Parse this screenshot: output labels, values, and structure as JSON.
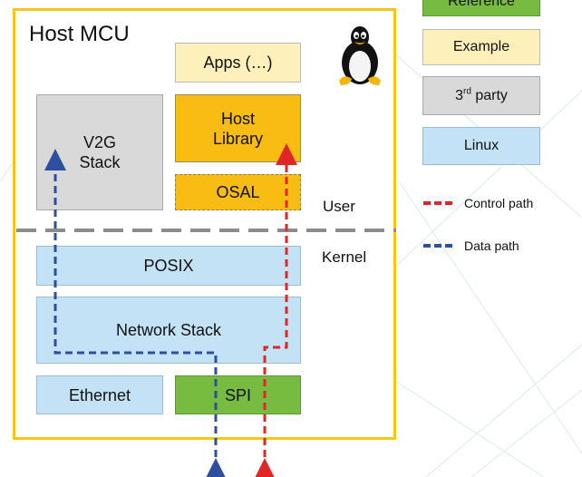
{
  "host": {
    "title": "Host MCU"
  },
  "blocks": {
    "apps": "Apps (…)",
    "host_library_line1": "Host",
    "host_library_line2": "Library",
    "osal": "OSAL",
    "v2g_line1": "V2G",
    "v2g_line2": "Stack",
    "posix": "POSIX",
    "network_stack": "Network Stack",
    "ethernet": "Ethernet",
    "spi": "SPI"
  },
  "layers": {
    "user": "User",
    "kernel": "Kernel"
  },
  "legend": {
    "reference": "Reference",
    "example": "Example",
    "third_party_base": "3",
    "third_party_sup": "rd",
    "third_party_rest": " party",
    "linux": "Linux",
    "control_path": "Control path",
    "data_path": "Data path"
  },
  "colors": {
    "frame": "#f5c518",
    "example": "#fdf0bb",
    "host_library": "#f8bc12",
    "third_party": "#d9d9d9",
    "linux": "#c3e2f5",
    "reference": "#77bb41",
    "control_path": "#e02626",
    "data_path": "#2e4ea0",
    "divider": "#8c8c8c"
  },
  "icons": {
    "tux": "tux-penguin-icon"
  }
}
